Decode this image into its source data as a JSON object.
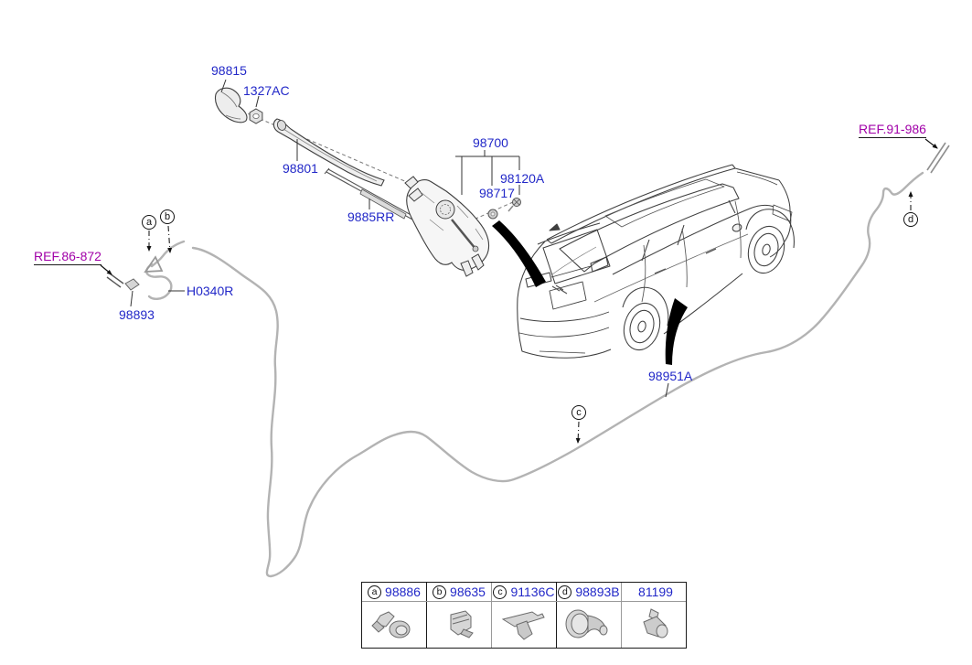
{
  "diagram": {
    "part_labels": {
      "p98815": "98815",
      "p1327AC": "1327AC",
      "p98801": "98801",
      "p9885RR": "9885RR",
      "p98700": "98700",
      "p98120A": "98120A",
      "p98717": "98717",
      "pH0340R": "H0340R",
      "p98893": "98893",
      "p98951A": "98951A"
    },
    "ref_links": {
      "left": "REF.86-872",
      "right": "REF.91-986"
    },
    "callouts": {
      "a": "a",
      "b": "b",
      "c": "c",
      "d": "d"
    },
    "colors": {
      "part_label": "#2228c8",
      "ref_label": "#a100a8",
      "hose": "#b3b3b3",
      "line_art": "#3f3f3f",
      "highlight_band": "#000000"
    }
  },
  "legend": {
    "columns": [
      {
        "letter": "a",
        "part": "98886",
        "icon": "elbow-connector-icon"
      },
      {
        "letter": "b",
        "part": "98635",
        "icon": "hose-clip-icon"
      },
      {
        "letter": "c",
        "part": "91136C",
        "icon": "t-bracket-clip-icon"
      },
      {
        "letter": "d",
        "part": "98893B",
        "icon": "funnel-grommet-icon"
      },
      {
        "letter": "",
        "part": "81199",
        "icon": "snap-clip-icon"
      }
    ]
  }
}
